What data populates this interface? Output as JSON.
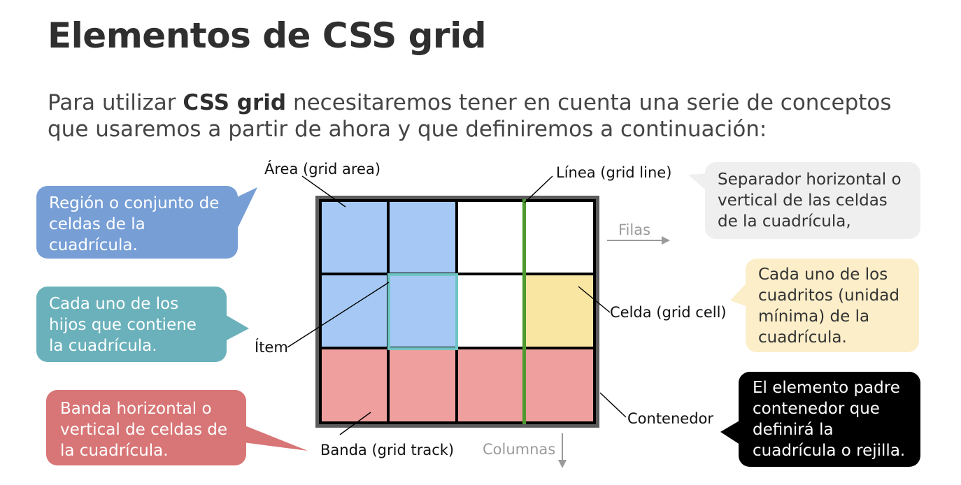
{
  "title": "Elementos de CSS grid",
  "intro": {
    "before": "Para utilizar ",
    "bold": "CSS grid",
    "after": " necesitaremos tener en cuenta una serie de conceptos que usaremos a partir de ahora y que definiremos a continuación:"
  },
  "callouts": {
    "area": "Región o conjunto de celdas de la cuadrícula.",
    "item": "Cada uno de los hijos que contiene la cuadrícula.",
    "band": "Banda horizontal o vertical de celdas de la cuadrícula.",
    "line": "Separador horizontal o vertical de las celdas de la cuadrícula,",
    "cell": "Cada uno de los cuadritos (unidad mínima) de la cuadrícula.",
    "container": "El elemento padre contenedor que definirá la cuadrícula o rejilla."
  },
  "labels": {
    "area": "Área (grid area)",
    "line": "Línea (grid line)",
    "cell": "Celda (grid cell)",
    "item": "Ítem",
    "container": "Contenedor",
    "band": "Banda (grid track)",
    "rows": "Filas",
    "columns": "Columnas"
  },
  "colors": {
    "area_blue": "#a5c9f4",
    "item_border": "#6fc5c4",
    "line_green": "#4e9a2f",
    "cell_yellow": "#f9e6a2",
    "band_red": "#ee9f9e",
    "container_gray": "#5c5c5c",
    "callout_area": "#779fd6",
    "callout_item": "#6ab1bb",
    "callout_band": "#d87576",
    "callout_line": "#efefef",
    "callout_cell": "#fbeec9",
    "callout_container": "#000000"
  }
}
